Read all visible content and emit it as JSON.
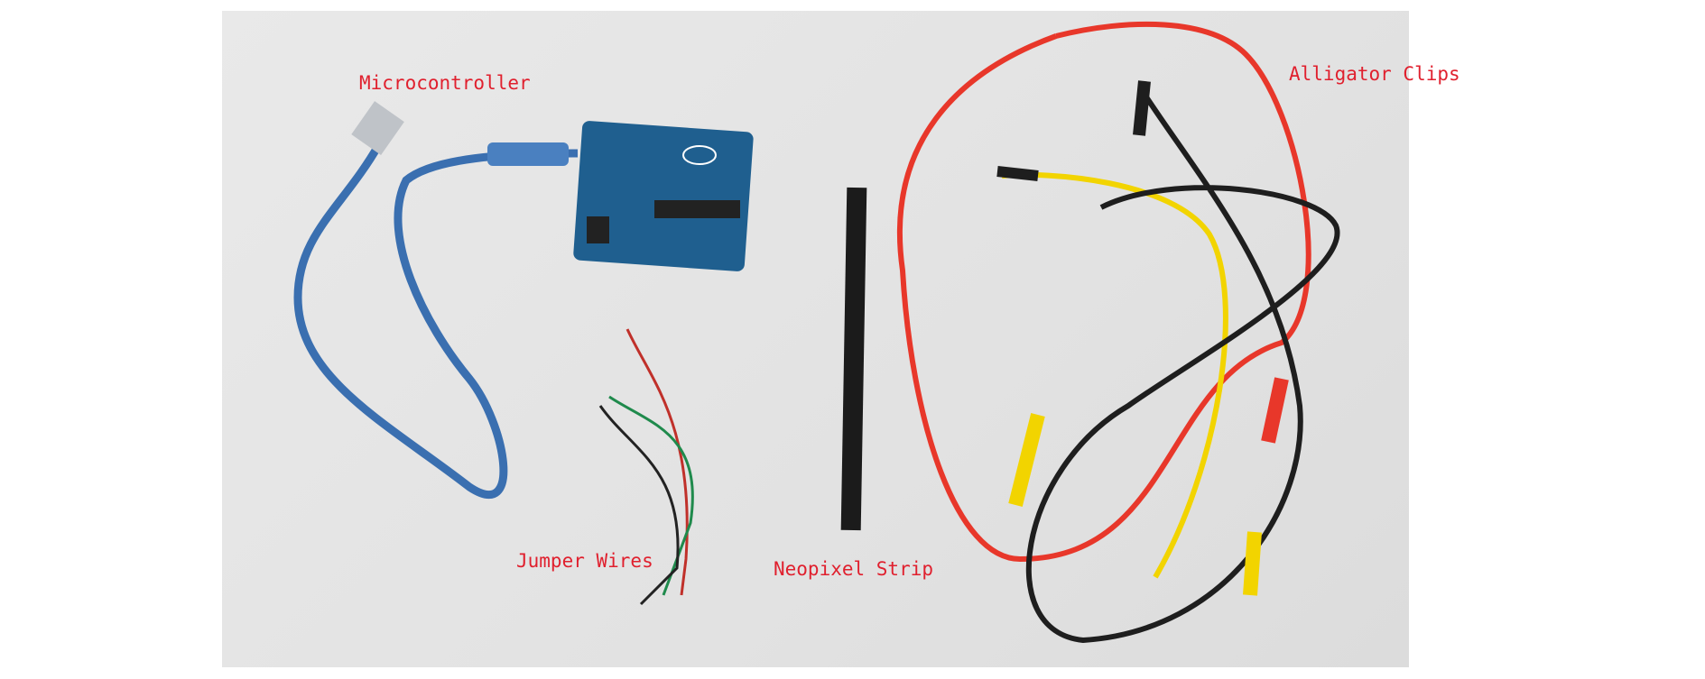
{
  "labels": {
    "microcontroller": "Microcontroller",
    "alligator_clips": "Alligator Clips",
    "jumper_wires": "Jumper Wires",
    "neopixel_strip": "Neopixel Strip"
  },
  "colors": {
    "label": "#e0202e",
    "usb_cable": "#3a6fb0",
    "board": "#1f5f8f",
    "red_wire": "#e8372a",
    "yellow_wire": "#f2d400",
    "black_wire": "#1e1e1e"
  }
}
